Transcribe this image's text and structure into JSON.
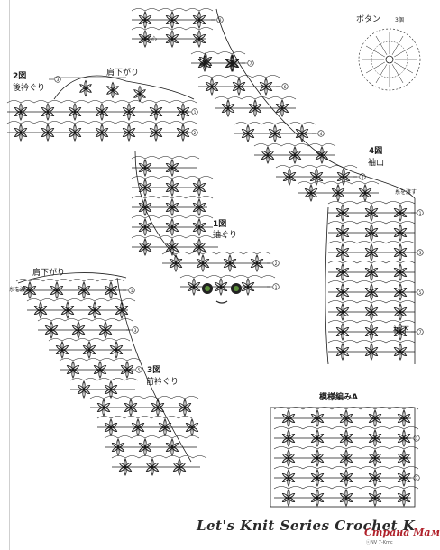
{
  "labels": {
    "button_title": "ボタン",
    "button_count": "3個",
    "fig2_title": "2図",
    "fig2_back_neck": "後衿ぐり",
    "fig2_shoulder": "肩下がり",
    "fig1_title": "1図",
    "fig1_armhole": "袖ぐり",
    "fig4_title": "4図",
    "fig4_sleeve_cap": "袖山",
    "fig4_underarm": "袖下",
    "fig4_start": "糸を渡す",
    "fig3_title": "3図",
    "fig3_front_neck": "前衿ぐり",
    "fig3_shoulder": "肩下がり",
    "fig3_start": "糸を渡す",
    "patternA_title": "模様編みA",
    "top_center": "袖中心"
  },
  "footer": {
    "title": "Let's Knit Series Crochet K",
    "subtitle": "ⓒNV 7-Kmc"
  },
  "watermark": "Страна Мам",
  "colors": {
    "ink": "#1a1a1a",
    "eye": "#5b8f3a",
    "watermark": "#b0202a"
  }
}
